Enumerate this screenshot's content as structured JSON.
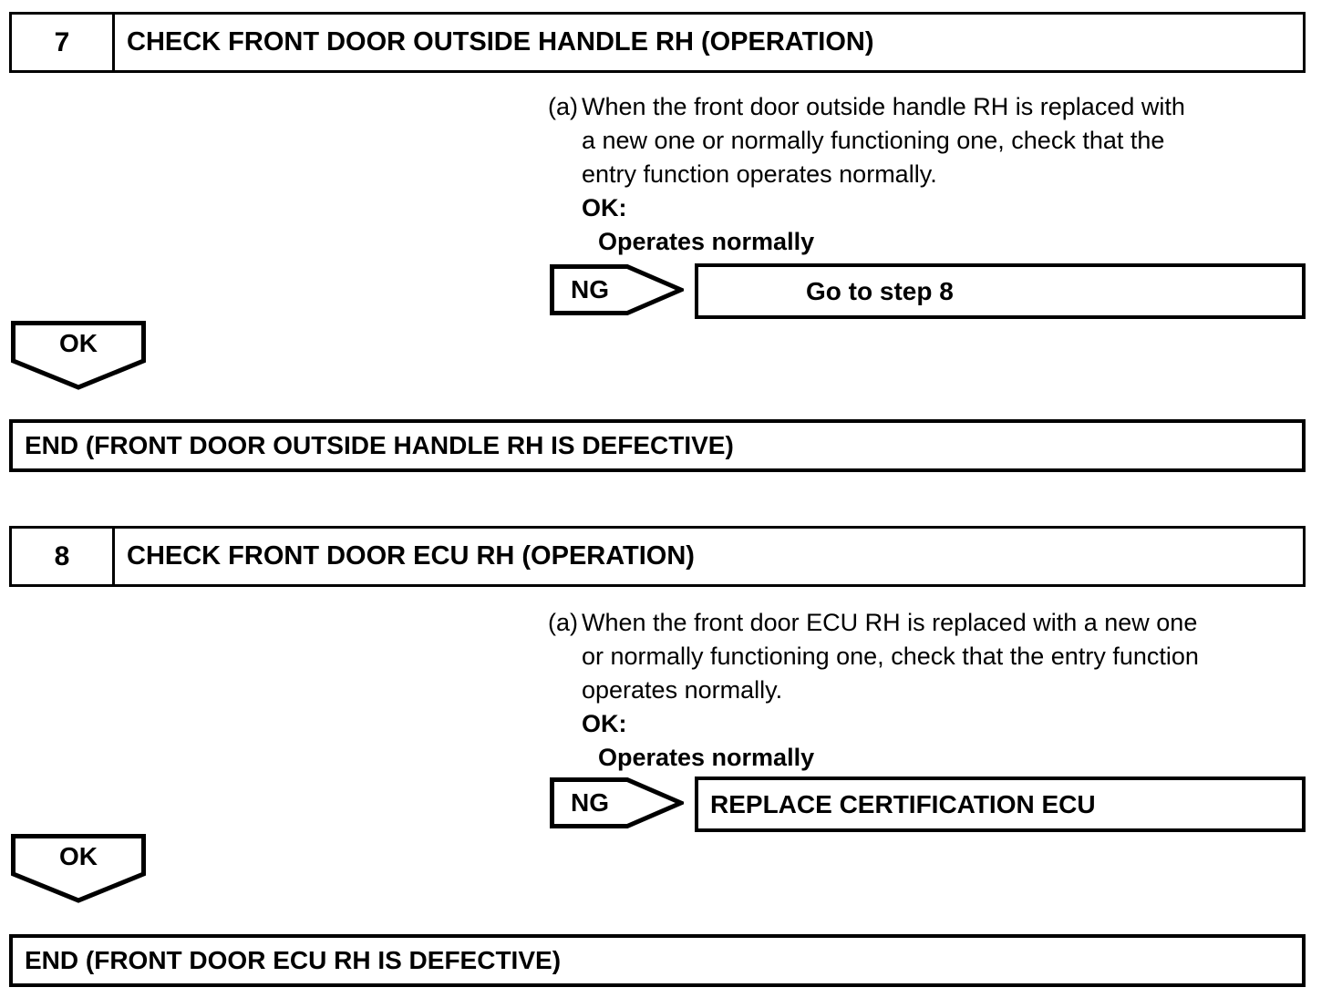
{
  "page": {
    "ink_color": "#000000",
    "background_color": "#ffffff"
  },
  "steps": [
    {
      "number": "7",
      "title": "CHECK FRONT DOOR OUTSIDE HANDLE RH (OPERATION)",
      "item_label": "(a)",
      "instruction_lines": [
        "When the front door outside handle RH is replaced with",
        "a new one or normally functioning one, check that the",
        "entry function operates normally."
      ],
      "ok_spec_label": "OK:",
      "ok_spec_value": "Operates normally",
      "ng_label": "NG",
      "ng_result": "Go to step 8",
      "ok_branch_label": "OK",
      "end_text": "END (FRONT DOOR OUTSIDE HANDLE RH IS DEFECTIVE)"
    },
    {
      "number": "8",
      "title": "CHECK FRONT DOOR ECU RH (OPERATION)",
      "item_label": "(a)",
      "instruction_lines": [
        "When the front door ECU RH is replaced with a new one",
        "or normally functioning one, check that the entry function",
        "operates normally."
      ],
      "ok_spec_label": "OK:",
      "ok_spec_value": "Operates normally",
      "ng_label": "NG",
      "ng_result": "REPLACE CERTIFICATION ECU",
      "ok_branch_label": "OK",
      "end_text": "END (FRONT DOOR ECU RH IS DEFECTIVE)"
    }
  ]
}
